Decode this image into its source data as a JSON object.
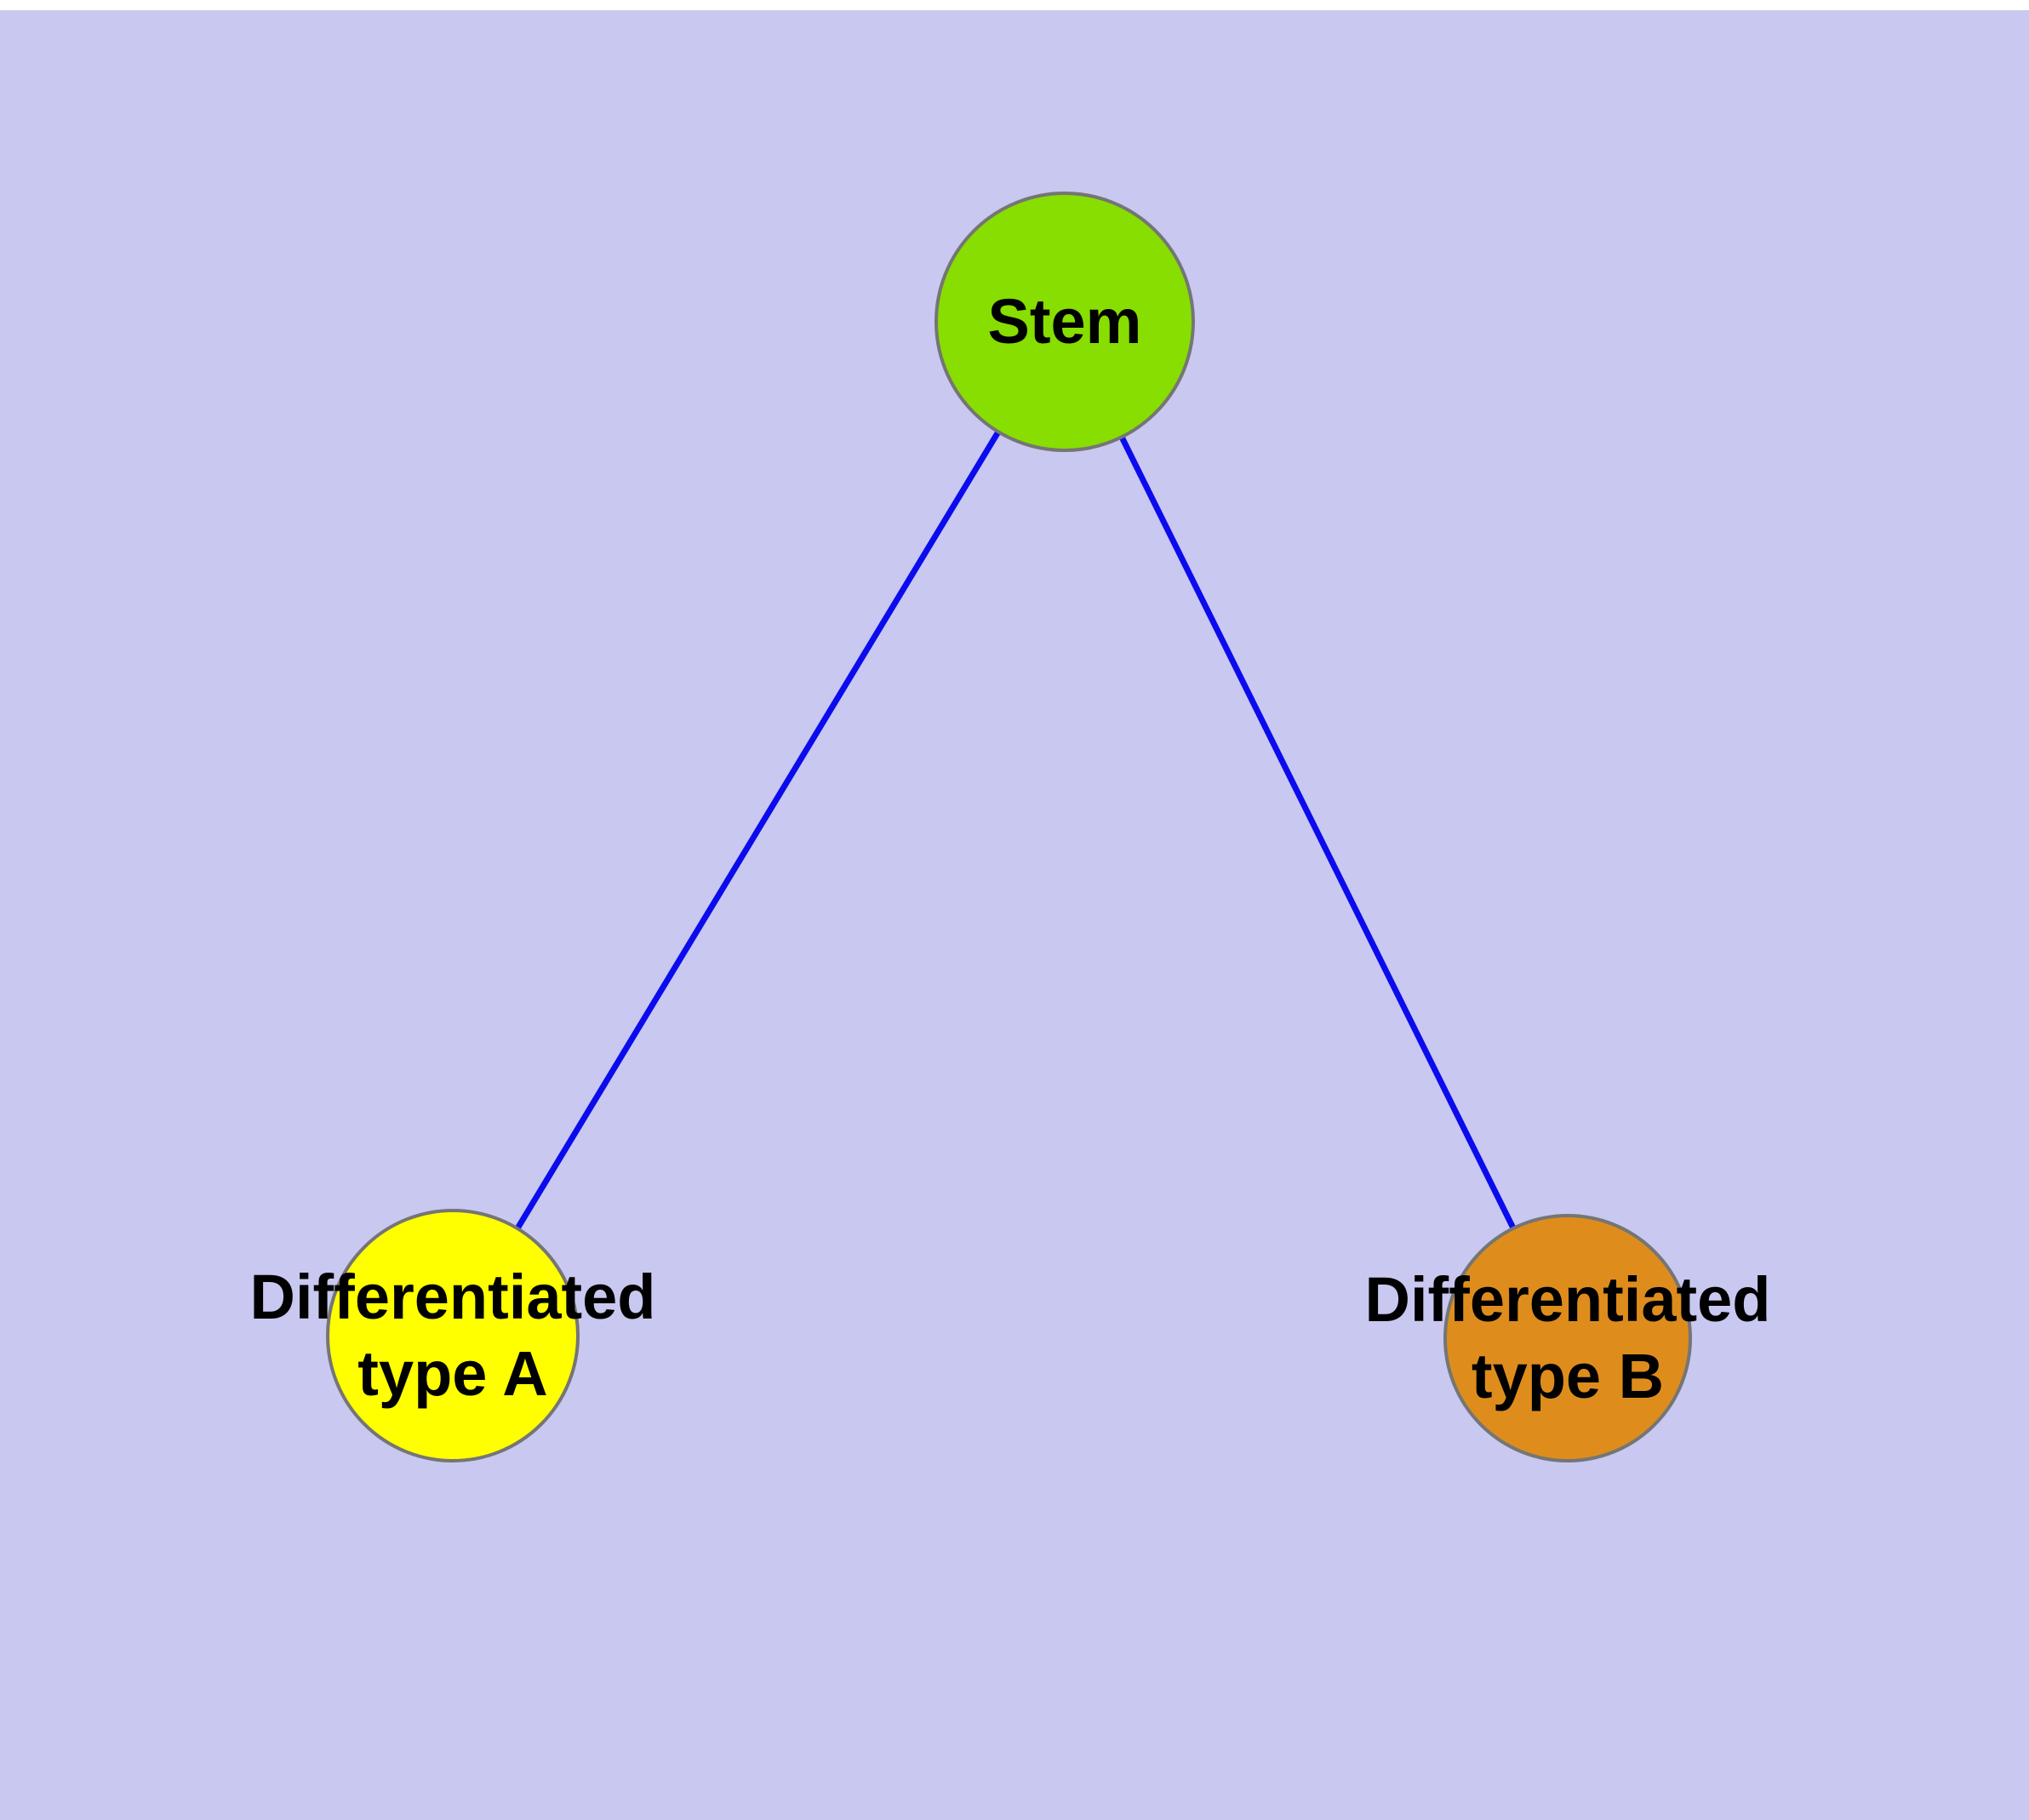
{
  "diagram": {
    "background_color": "#c8c8f0",
    "edge_color": "#0b0bee",
    "node_border_color": "#757575",
    "nodes": [
      {
        "id": "stem",
        "label": "Stem",
        "fill_color": "#87de00"
      },
      {
        "id": "diff-a",
        "label": "Differentiated\ntype A",
        "fill_color": "#ffff00"
      },
      {
        "id": "diff-b",
        "label": "Differentiated\ntype B",
        "fill_color": "#de8d1d"
      }
    ],
    "edges": [
      {
        "from": "Stem",
        "to": "Differentiated type A"
      },
      {
        "from": "Stem",
        "to": "Differentiated type B"
      }
    ]
  }
}
